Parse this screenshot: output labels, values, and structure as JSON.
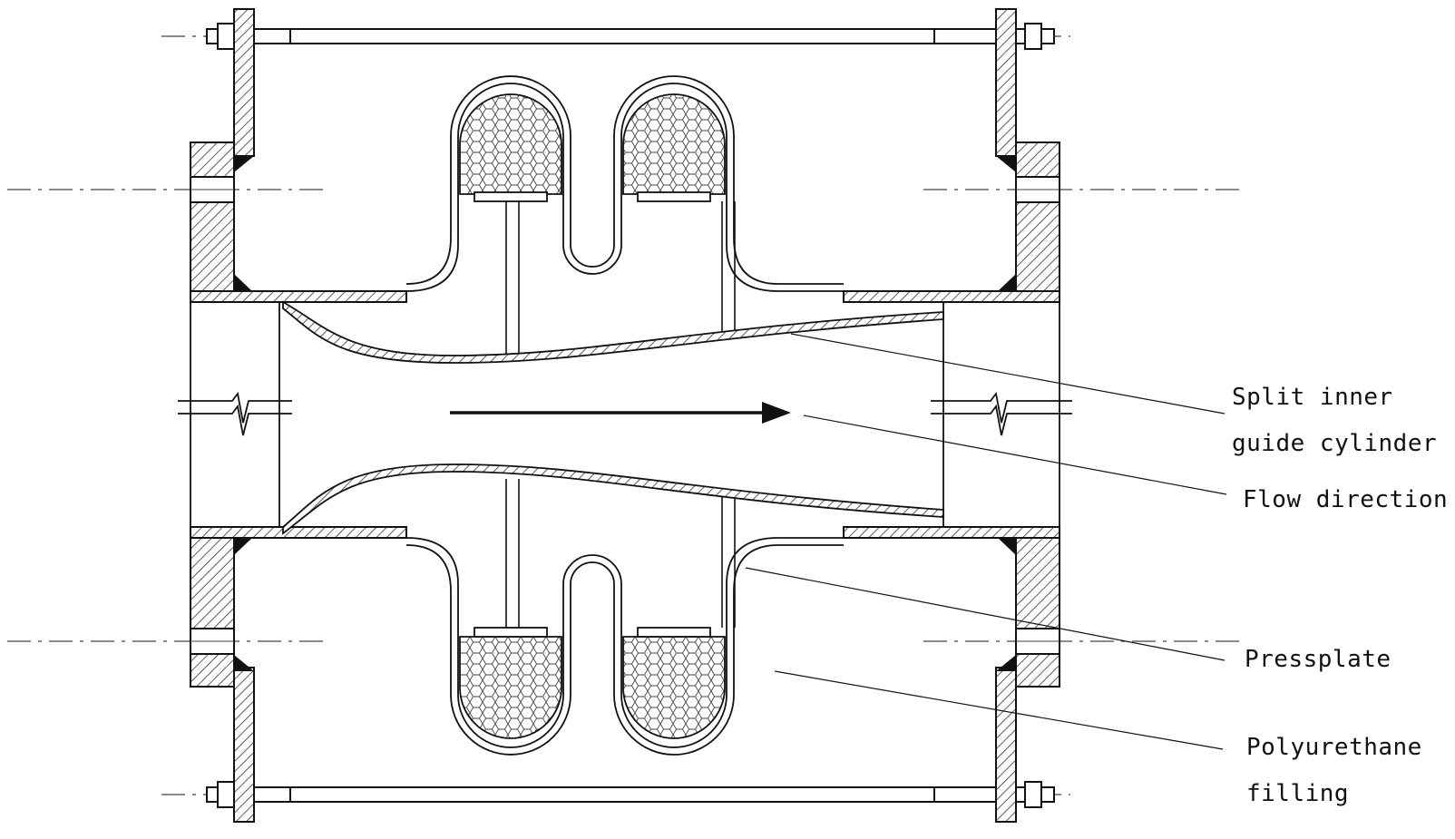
{
  "labels": {
    "split_line1": "Split inner",
    "split_line2": "guide cylinder",
    "flow": "Flow direction",
    "pressplate": "Pressplate",
    "poly_line1": "Polyurethane",
    "poly_line2": "filling"
  },
  "colors": {
    "line": "#111111",
    "hatch": "#333333",
    "background": "#ffffff"
  }
}
